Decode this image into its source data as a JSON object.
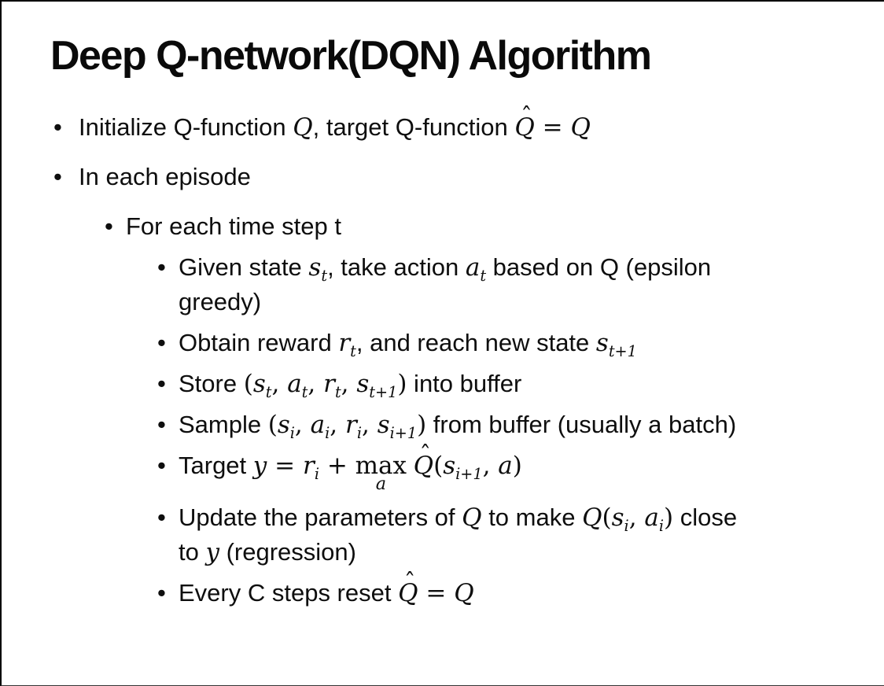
{
  "slide": {
    "title": "Deep Q-network(DQN) Algorithm",
    "bullet_char": "•",
    "text_color": "#0e0e0e",
    "background_color": "#ffffff",
    "bullets": [
      {
        "level": 1,
        "runs": [
          [
            "t",
            "Initialize Q-function "
          ],
          [
            "m",
            "Q"
          ],
          [
            "t",
            ", target Q-function "
          ],
          [
            "hat",
            "Q"
          ],
          [
            "p",
            " = "
          ],
          [
            "m",
            "Q"
          ]
        ]
      },
      {
        "level": 1,
        "runs": [
          [
            "t",
            "In each episode"
          ]
        ]
      },
      {
        "level": 2,
        "runs": [
          [
            "t",
            "For each time step t"
          ]
        ]
      },
      {
        "level": 3,
        "runs": [
          [
            "t",
            "Given state "
          ],
          [
            "msub",
            "s",
            "t"
          ],
          [
            "t",
            ", take action "
          ],
          [
            "msub",
            "a",
            "t"
          ],
          [
            "t",
            " based on Q (epsilon"
          ],
          [
            "br"
          ],
          [
            "t",
            "greedy)"
          ]
        ]
      },
      {
        "level": 3,
        "runs": [
          [
            "t",
            "Obtain reward "
          ],
          [
            "msub",
            "r",
            "t"
          ],
          [
            "t",
            ", and reach new state "
          ],
          [
            "msub",
            "s",
            "t+1"
          ]
        ]
      },
      {
        "level": 3,
        "runs": [
          [
            "t",
            "Store "
          ],
          [
            "p",
            "("
          ],
          [
            "msub",
            "s",
            "t"
          ],
          [
            "p",
            ", "
          ],
          [
            "msub",
            "a",
            "t"
          ],
          [
            "p",
            ", "
          ],
          [
            "msub",
            "r",
            "t"
          ],
          [
            "p",
            ", "
          ],
          [
            "msub",
            "s",
            "t+1"
          ],
          [
            "p",
            ")"
          ],
          [
            "t",
            " into buffer"
          ]
        ]
      },
      {
        "level": 3,
        "runs": [
          [
            "t",
            "Sample "
          ],
          [
            "p",
            "("
          ],
          [
            "msub",
            "s",
            "i"
          ],
          [
            "p",
            ", "
          ],
          [
            "msub",
            "a",
            "i"
          ],
          [
            "p",
            ", "
          ],
          [
            "msub",
            "r",
            "i"
          ],
          [
            "p",
            ", "
          ],
          [
            "msub",
            "s",
            "i+1"
          ],
          [
            "p",
            ")"
          ],
          [
            "t",
            " from buffer (usually a batch)"
          ]
        ]
      },
      {
        "level": 3,
        "runs": [
          [
            "t",
            "Target "
          ],
          [
            "m",
            "y"
          ],
          [
            "p",
            " = "
          ],
          [
            "msub",
            "r",
            "i"
          ],
          [
            "p",
            " + "
          ],
          [
            "stack",
            "max",
            "a"
          ],
          [
            "t",
            " "
          ],
          [
            "hat",
            "Q"
          ],
          [
            "p",
            "("
          ],
          [
            "msub",
            "s",
            "i+1"
          ],
          [
            "p",
            ", "
          ],
          [
            "m",
            "a"
          ],
          [
            "p",
            ")"
          ]
        ]
      },
      {
        "level": 3,
        "runs": [
          [
            "t",
            "Update the parameters of "
          ],
          [
            "m",
            "Q"
          ],
          [
            "t",
            " to make "
          ],
          [
            "m",
            "Q"
          ],
          [
            "p",
            "("
          ],
          [
            "msub",
            "s",
            "i"
          ],
          [
            "p",
            ", "
          ],
          [
            "msub",
            "a",
            "i"
          ],
          [
            "p",
            ")"
          ],
          [
            "t",
            " close"
          ],
          [
            "br"
          ],
          [
            "t",
            "to "
          ],
          [
            "m",
            "y"
          ],
          [
            "t",
            " (regression)"
          ]
        ]
      },
      {
        "level": 3,
        "runs": [
          [
            "t",
            "Every C steps reset "
          ],
          [
            "hat",
            "Q"
          ],
          [
            "p",
            " = "
          ],
          [
            "m",
            "Q"
          ]
        ]
      }
    ]
  }
}
